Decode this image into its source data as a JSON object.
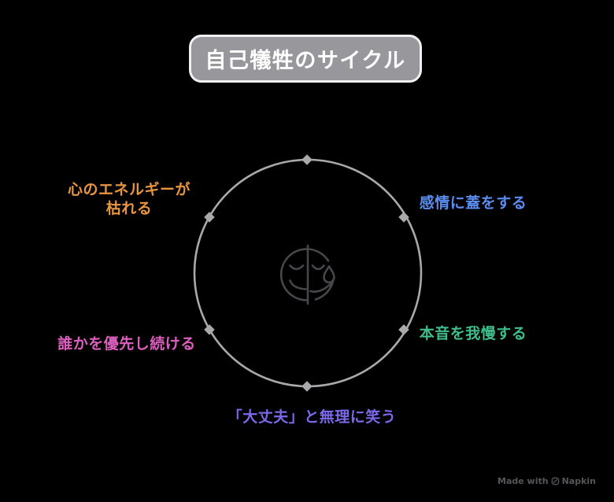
{
  "title": "自己犠牲のサイクル",
  "diagram": {
    "type": "cycle",
    "ring_color": "#A9A9AC",
    "icon_color": "#47474B",
    "center_icon": "half-smiling-half-crying-face",
    "node_count": 6,
    "items": [
      {
        "label": "感情に蓋をする",
        "color": "#5B8CF0",
        "position": "upper-right"
      },
      {
        "label": "本音を我慢する",
        "color": "#3FBE8C",
        "position": "lower-right"
      },
      {
        "label": "「大丈夫」と無理に笑う",
        "color": "#7B68EA",
        "position": "bottom"
      },
      {
        "label": "誰かを優先し続ける",
        "color": "#DC5FBE",
        "position": "lower-left"
      },
      {
        "label": "心のエネルギーが枯れる",
        "color": "#E8953F",
        "position": "upper-left",
        "lines": [
          "心のエネルギーが",
          "枯れる"
        ]
      }
    ]
  },
  "footer": {
    "made_with": "Made with",
    "brand": "Napkin"
  }
}
